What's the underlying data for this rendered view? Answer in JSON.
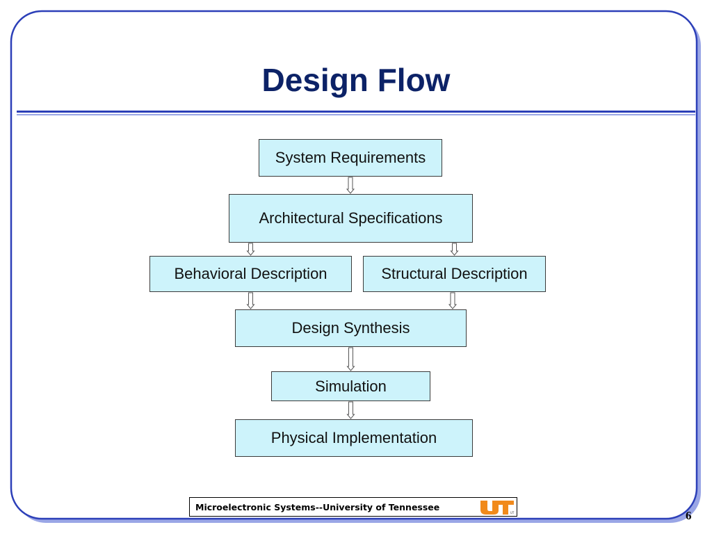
{
  "slide": {
    "title": "Design Flow",
    "footer_text": "Microelectronic Systems--University of Tennessee",
    "logo_text": "UT",
    "page_number": "6"
  },
  "diagram": {
    "nodes": [
      {
        "id": "system-requirements",
        "label": "System Requirements"
      },
      {
        "id": "architectural-specifications",
        "label": "Architectural Specifications"
      },
      {
        "id": "behavioral-description",
        "label": "Behavioral Description"
      },
      {
        "id": "structural-description",
        "label": "Structural Description"
      },
      {
        "id": "design-synthesis",
        "label": "Design Synthesis"
      },
      {
        "id": "simulation",
        "label": "Simulation"
      },
      {
        "id": "physical-implementation",
        "label": "Physical Implementation"
      }
    ],
    "edges": [
      {
        "from": "system-requirements",
        "to": "architectural-specifications"
      },
      {
        "from": "architectural-specifications",
        "to": "behavioral-description"
      },
      {
        "from": "architectural-specifications",
        "to": "structural-description"
      },
      {
        "from": "behavioral-description",
        "to": "design-synthesis"
      },
      {
        "from": "structural-description",
        "to": "design-synthesis"
      },
      {
        "from": "design-synthesis",
        "to": "simulation"
      },
      {
        "from": "simulation",
        "to": "physical-implementation"
      }
    ]
  },
  "colors": {
    "title": "#0c2267",
    "frame": "#2c3fb8",
    "node_fill": "#cdf3fb",
    "node_border": "#3a3a3a",
    "logo": "#f18a1b"
  }
}
